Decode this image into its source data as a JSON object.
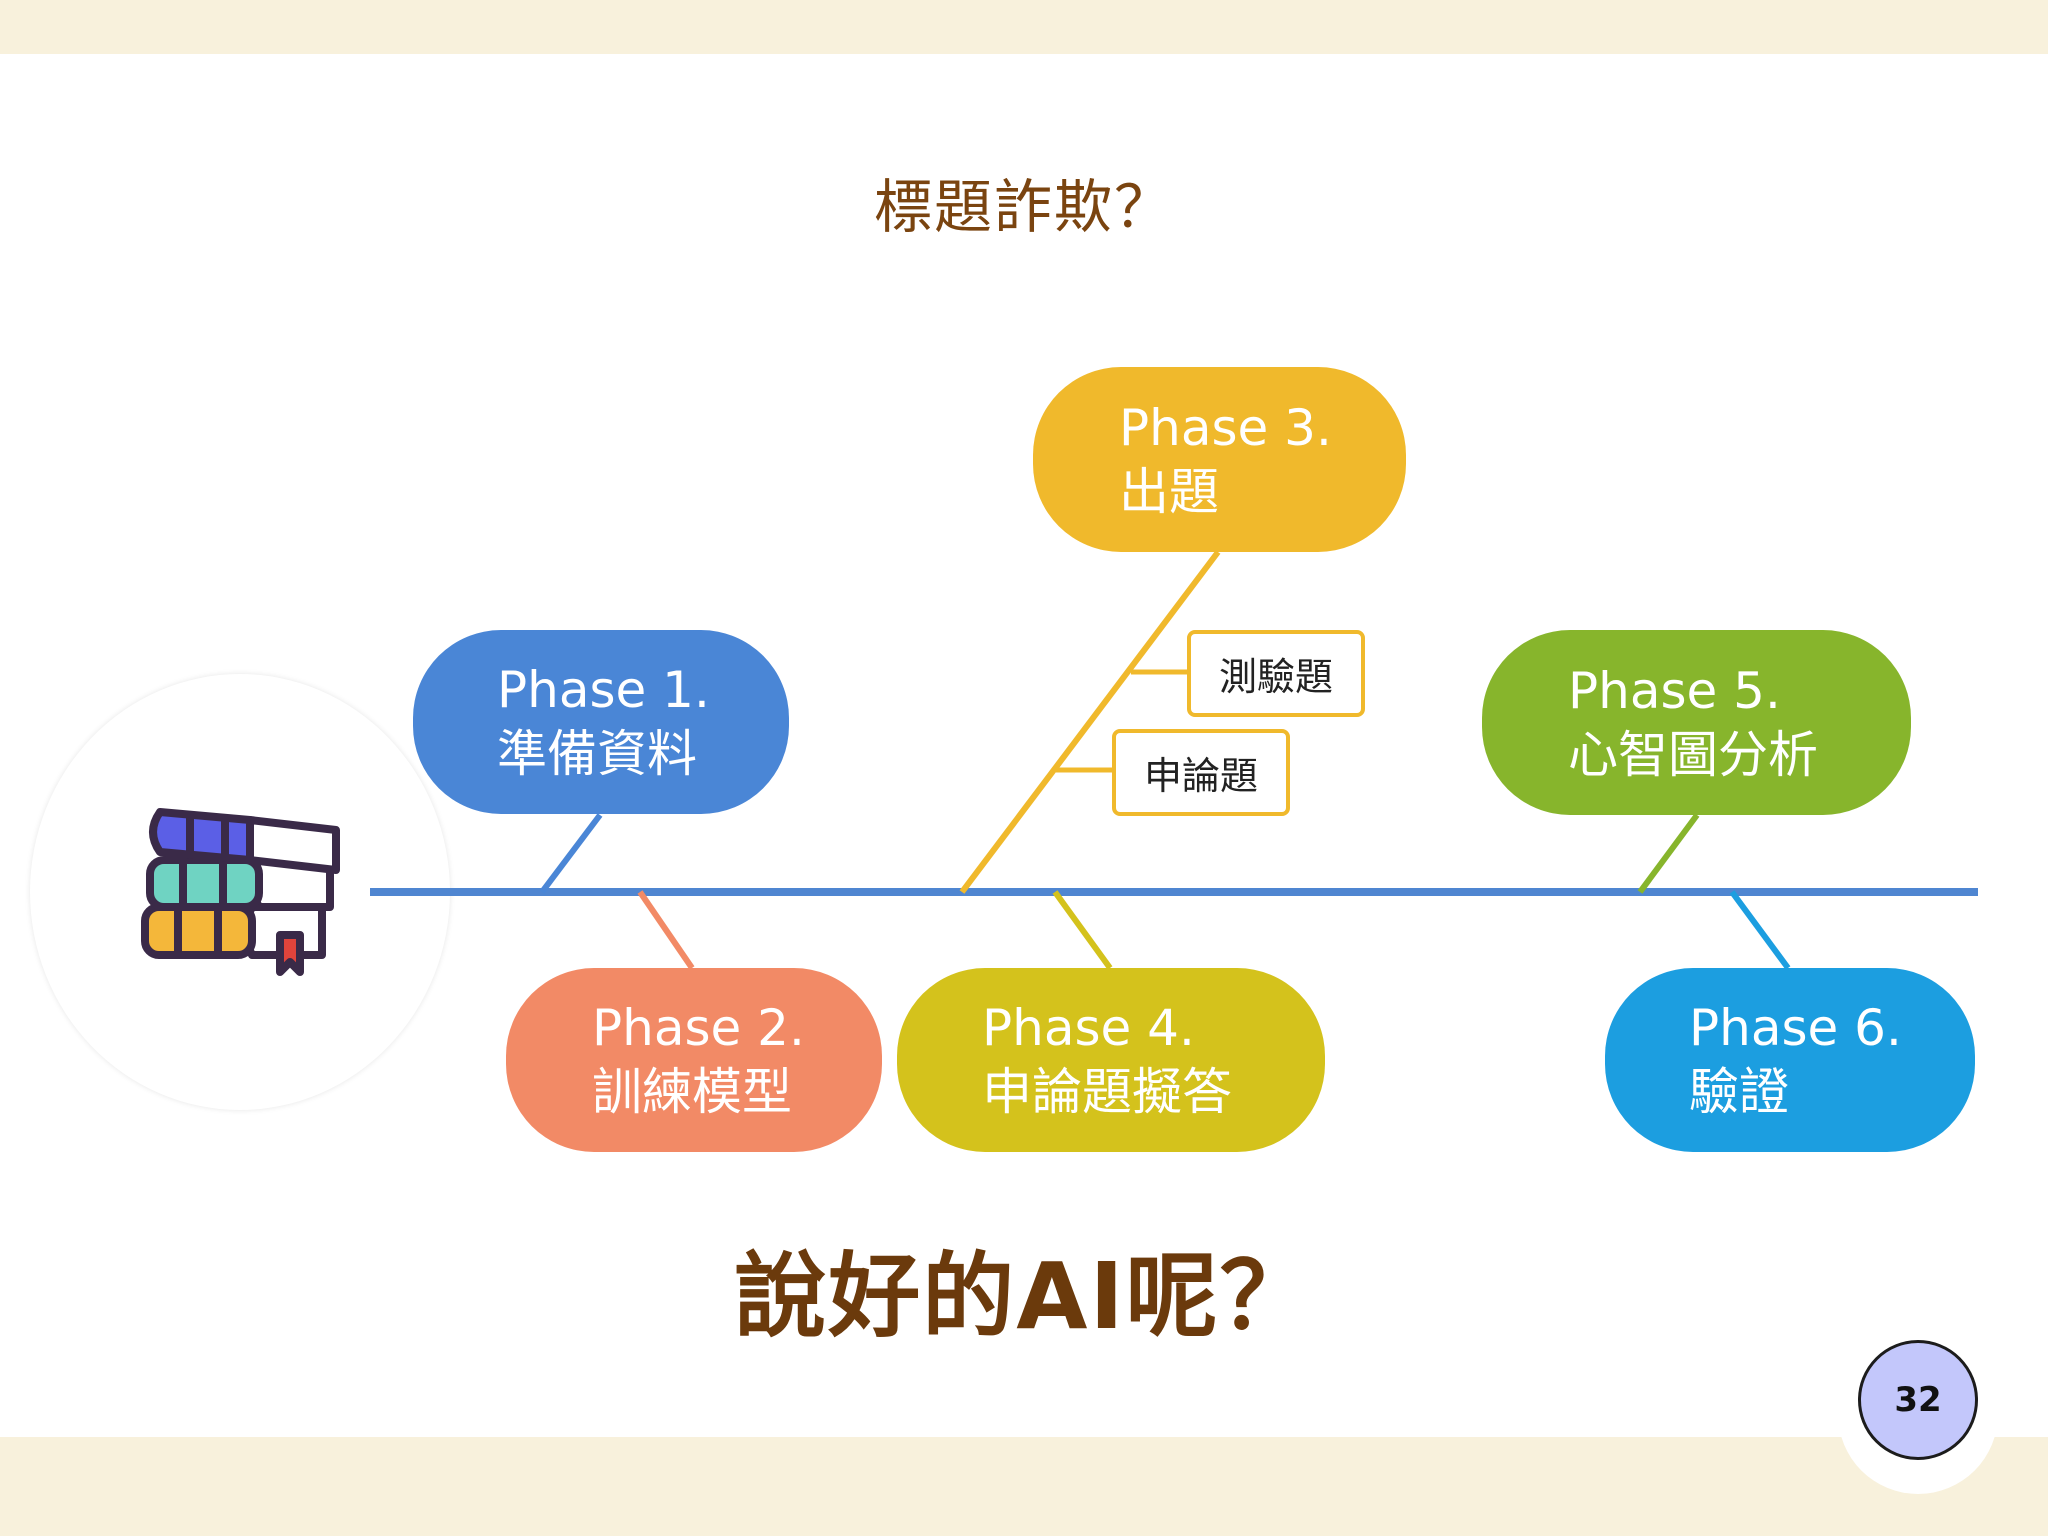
{
  "title": "標題詐欺？",
  "subtitle": "說好的AI呢？",
  "page_number": "32",
  "icons": {
    "logo": "books-stack-icon"
  },
  "colors": {
    "title": "#7a4410",
    "spine": "#4f86d1",
    "phase1": "#4a86d6",
    "phase2": "#f28a66",
    "phase3": "#f0b92c",
    "phase4": "#d4c21c",
    "phase5": "#87b52c",
    "phase6": "#1c9ee0",
    "badge": "#c3c7fb"
  },
  "phases": {
    "p1": {
      "label": "Phase 1.",
      "name": "準備資料"
    },
    "p2": {
      "label": "Phase 2.",
      "name": "訓練模型"
    },
    "p3": {
      "label": "Phase 3.",
      "name": "出題",
      "subitems": [
        "測驗題",
        "申論題"
      ]
    },
    "p4": {
      "label": "Phase 4.",
      "name": "申論題擬答"
    },
    "p5": {
      "label": "Phase 5.",
      "name": "心智圖分析"
    },
    "p6": {
      "label": "Phase 6.",
      "name": "驗證"
    }
  }
}
